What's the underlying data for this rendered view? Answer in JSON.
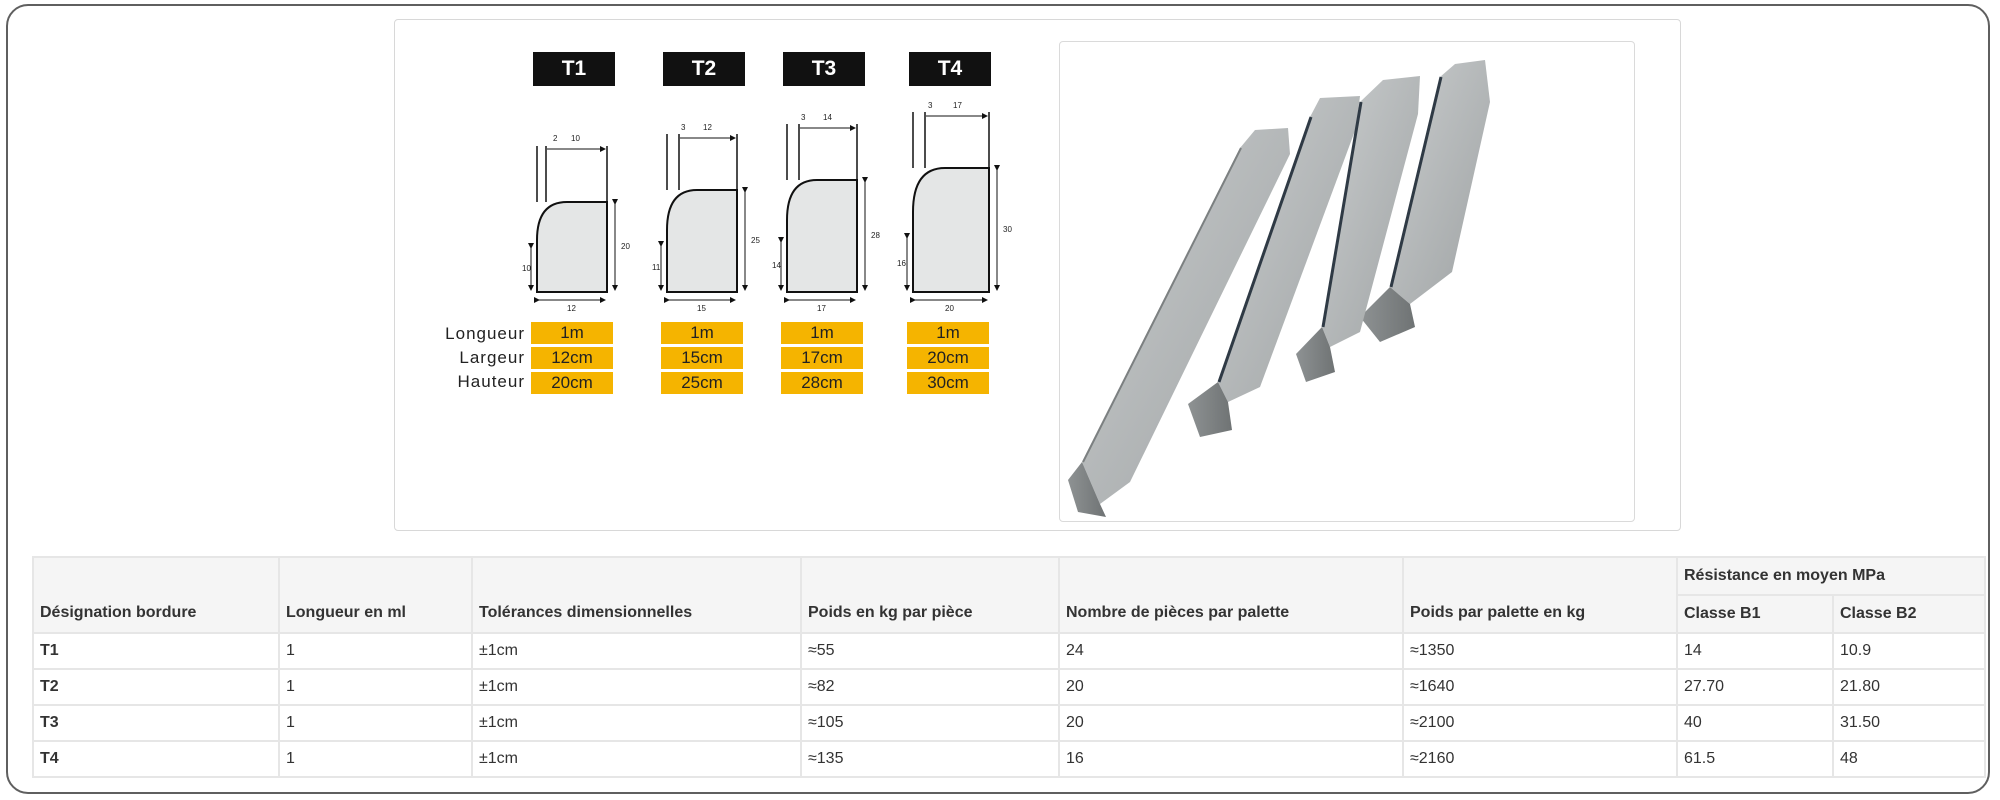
{
  "profiles": [
    {
      "tag": "T1",
      "top_w": "2",
      "top_r": "10",
      "left_h": "10",
      "right_h": "20",
      "base_w": "12",
      "longueur": "1m",
      "largeur": "12cm",
      "hauteur": "20cm"
    },
    {
      "tag": "T2",
      "top_w": "3",
      "top_r": "12",
      "left_h": "11",
      "right_h": "25",
      "base_w": "15",
      "longueur": "1m",
      "largeur": "15cm",
      "hauteur": "25cm"
    },
    {
      "tag": "T3",
      "top_w": "3",
      "top_r": "14",
      "left_h": "14",
      "right_h": "28",
      "base_w": "17",
      "longueur": "1m",
      "largeur": "17cm",
      "hauteur": "28cm"
    },
    {
      "tag": "T4",
      "top_w": "3",
      "top_r": "17",
      "left_h": "16",
      "right_h": "30",
      "base_w": "20",
      "longueur": "1m",
      "largeur": "20cm",
      "hauteur": "30cm"
    }
  ],
  "row_labels": {
    "longueur": "Longueur",
    "largeur": "Largeur",
    "hauteur": "Hauteur"
  },
  "table": {
    "headers": {
      "designation": "Désignation bordure",
      "longueur": "Longueur en ml",
      "tolerances": "Tolérances dimensionnelles",
      "poids_piece": "Poids en kg par pièce",
      "pieces_palette": "Nombre de pièces par palette",
      "poids_palette": "Poids par palette en kg",
      "resistance": "Résistance en moyen MPa",
      "classe_b1": "Classe B1",
      "classe_b2": "Classe B2"
    },
    "rows": [
      [
        "T1",
        "1",
        "±1cm",
        "≈55",
        "24",
        "≈1350",
        "14",
        "10.9"
      ],
      [
        "T2",
        "1",
        "±1cm",
        "≈82",
        "20",
        "≈1640",
        "27.70",
        "21.80"
      ],
      [
        "T3",
        "1",
        "±1cm",
        "≈105",
        "20",
        "≈2100",
        "40",
        "31.50"
      ],
      [
        "T4",
        "1",
        "±1cm",
        "≈135",
        "16",
        "≈2160",
        "61.5",
        "48"
      ]
    ]
  },
  "colors": {
    "tag_bg": "#111111",
    "cell_bg": "#f5b400",
    "concrete": "#a9adae"
  }
}
